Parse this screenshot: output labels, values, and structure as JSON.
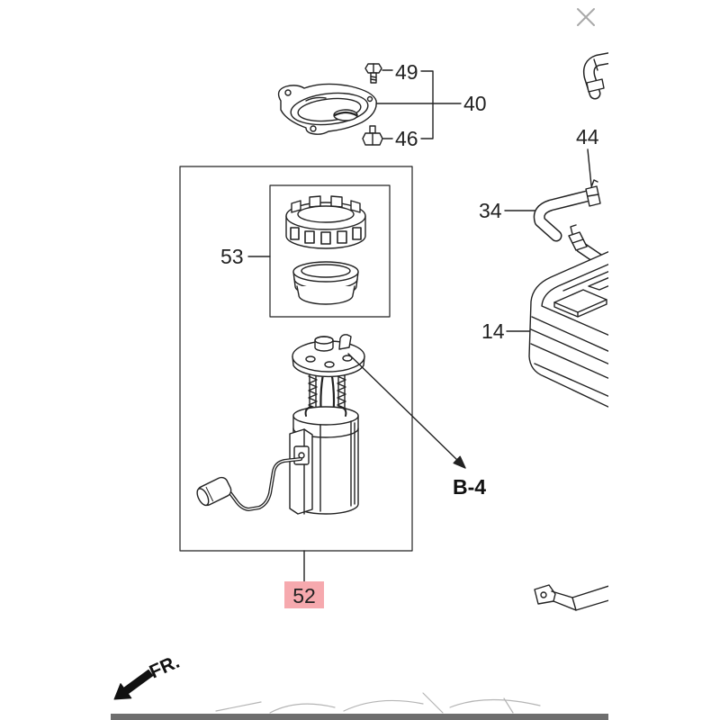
{
  "viewer": {
    "close_icon": "close-icon"
  },
  "diagram": {
    "callouts": [
      "49",
      "40",
      "46",
      "44",
      "34",
      "53",
      "14",
      "52"
    ],
    "reference_label": "B-4",
    "direction_label": "FR.",
    "highlight_color": "#f6a9ae",
    "line_color": "#222222",
    "footer_bar_color": "#6e6e6e"
  }
}
